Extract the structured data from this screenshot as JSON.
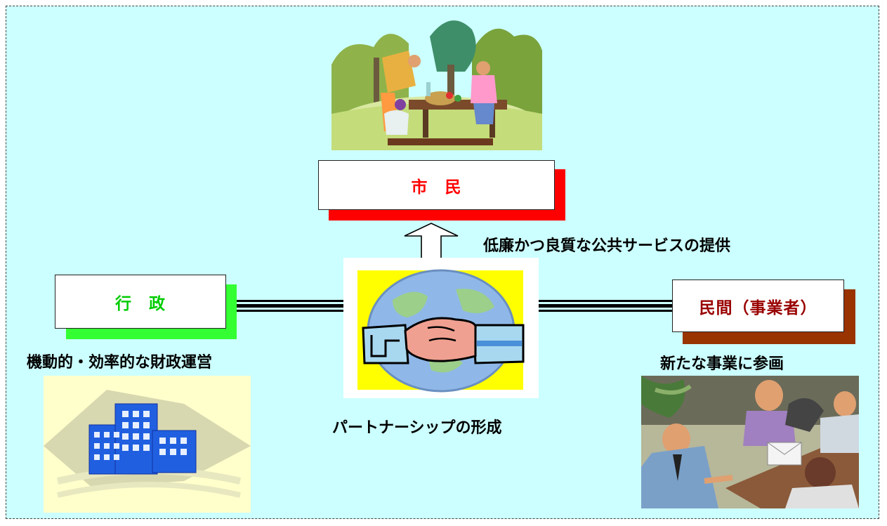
{
  "nodes": {
    "citizen": {
      "label": "市　民",
      "color": "#ff0000",
      "shadow": "#ff0000"
    },
    "government": {
      "label": "行　政",
      "color": "#00cc00",
      "shadow": "#33ff33"
    },
    "private": {
      "label": "民間（事業者）",
      "color": "#990000",
      "shadow": "#993300"
    }
  },
  "captions": {
    "service": "低廉かつ良質な公共サービスの提供",
    "finance": "機動的・効率的な財政運営",
    "business": "新たな事業に参画",
    "partnership": "パートナーシップの形成"
  },
  "colors": {
    "background": "#ccffff",
    "border": "#444444",
    "handshake_bg": "#ffff00"
  }
}
